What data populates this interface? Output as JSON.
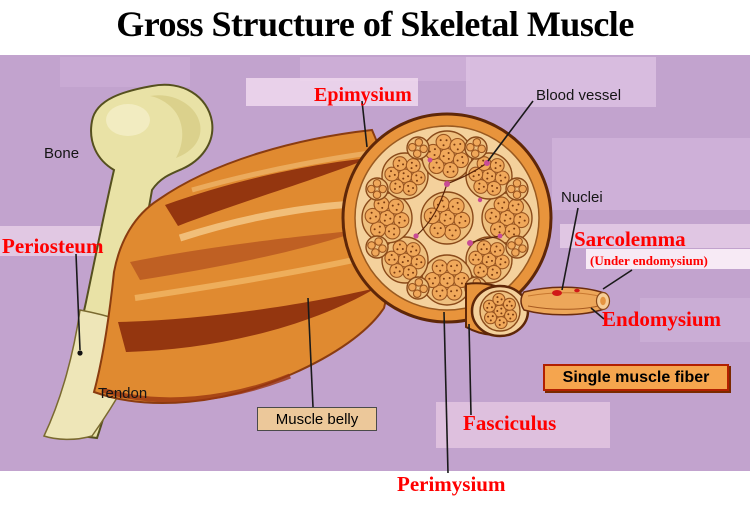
{
  "title": "Gross Structure of Skeletal Muscle",
  "labels": {
    "epimysium": "Epimysium",
    "blood_vessel": "Blood vessel",
    "bone": "Bone",
    "nuclei": "Nuclei",
    "periosteum": "Periosteum",
    "sarcolemma": "Sarcolemma",
    "under_endomysium": "(Under endomysium)",
    "endomysium": "Endomysium",
    "single_muscle_fiber": "Single muscle fiber",
    "tendon": "Tendon",
    "muscle_belly": "Muscle belly",
    "fasciculus": "Fasciculus",
    "perimysium": "Perimysium"
  },
  "colors": {
    "label_red": "#ff0000",
    "background_purple": "#c2a3ce",
    "bone_cream": "#e9e2a6",
    "muscle_orange": "#e08a30",
    "fiber_tan": "#f0a85a",
    "single_fiber_box_bg": "#f5a54e",
    "single_fiber_box_border": "#b22000",
    "muscle_belly_box_bg": "#ecc89a"
  }
}
